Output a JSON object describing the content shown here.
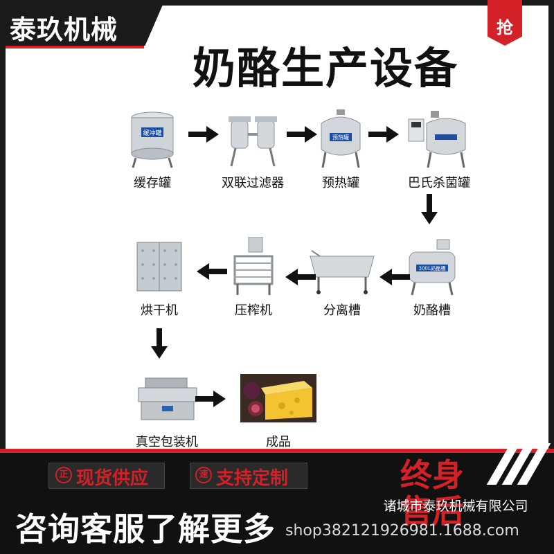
{
  "brand": {
    "name": "泰玖机械",
    "badge": "抢"
  },
  "title": "奶酪生产设备",
  "items": [
    {
      "label": "缓存罐",
      "tag": "缓冲罐"
    },
    {
      "label": "双联过滤器"
    },
    {
      "label": "预热罐",
      "tag": "预热罐"
    },
    {
      "label": "巴氏杀菌罐"
    },
    {
      "label": "奶酪槽",
      "tag": "300L奶酪槽"
    },
    {
      "label": "分离槽"
    },
    {
      "label": "压榨机"
    },
    {
      "label": "烘干机"
    },
    {
      "label": "真空包装机"
    },
    {
      "label": "成品"
    }
  ],
  "footer": {
    "pill1_icon": "正",
    "pill1_text": "现货供应",
    "pill2_icon": "速",
    "pill2_text": "支持定制",
    "consult": "咨询客服了解更多",
    "after_sale_line1": "终身",
    "after_sale_line2": "售后",
    "company": "诸城市泰玖机械有限公司",
    "watermark": "shop382121926981.1688.com"
  },
  "colors": {
    "accent": "#d42027",
    "dark": "#111111",
    "steel": "#c9cdd2"
  }
}
